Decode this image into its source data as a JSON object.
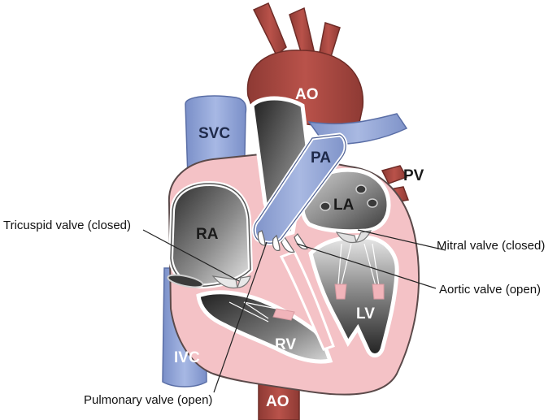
{
  "labels": {
    "ao_top": "AO",
    "svc": "SVC",
    "pa": "PA",
    "pv": "PV",
    "la": "LA",
    "ra": "RA",
    "lv": "LV",
    "rv": "RV",
    "ivc": "IVC",
    "ao_bottom": "AO"
  },
  "callouts": {
    "tricuspid": "Tricuspid valve (closed)",
    "mitral": "Mitral valve (closed)",
    "aortic": "Aortic valve (open)",
    "pulmonary": "Pulmonary valve (open)"
  },
  "colors": {
    "aorta": "#a8463f",
    "vein_blue": "#8fa3d6",
    "heart_pink": "#f4c2c6",
    "chamber_dark": "#2d2d2d",
    "chamber_light": "#d9d9d9",
    "outline": "#444444",
    "white": "#ffffff"
  }
}
